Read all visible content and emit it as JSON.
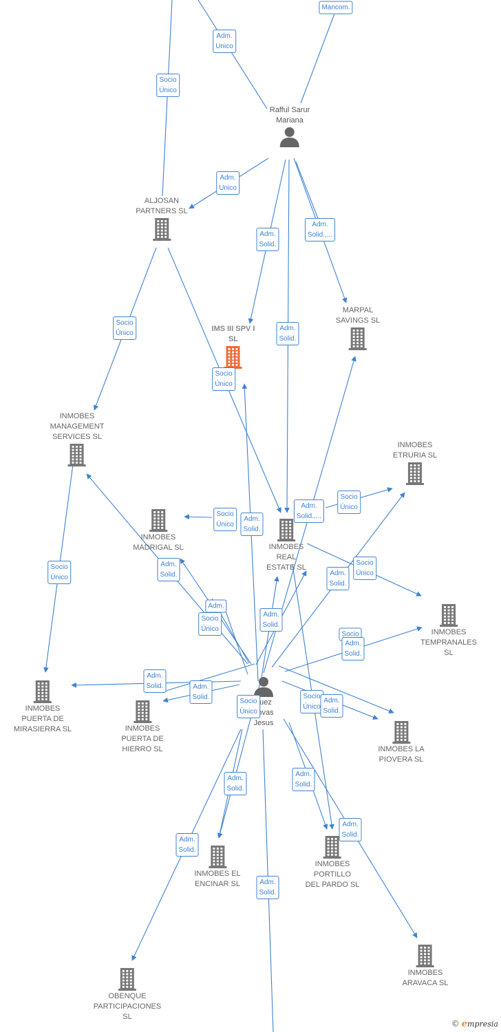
{
  "colors": {
    "edge": "#3e82d4",
    "building": "#777777",
    "main_building": "#f06a35",
    "person": "#666666"
  },
  "nodes": {
    "rafful": {
      "label": "Rafful Sarur\nMariana",
      "icon": "person-icon"
    },
    "aljosan": {
      "label": "ALJOSAN\nPARTNERS SL",
      "icon": "building-icon"
    },
    "ims": {
      "label": "IMS III SPV I\nSL",
      "icon": "building-icon"
    },
    "marpal": {
      "label": "MARPAL\nSAVINGS SL",
      "icon": "building-icon"
    },
    "management": {
      "label": "INMOBES\nMANAGEMENT\nSERVICES SL",
      "icon": "building-icon"
    },
    "etruria": {
      "label": "INMOBES\nETRURIA SL",
      "icon": "building-icon"
    },
    "madrigal": {
      "label": "INMOBES\nMADRIGAL SL",
      "icon": "building-icon"
    },
    "real": {
      "label": "INMOBES\nREAL\nESTATE SL",
      "icon": "building-icon"
    },
    "tempranales": {
      "label": "INMOBES\nTEMPRANALES\nSL",
      "icon": "building-icon"
    },
    "mirasierra": {
      "label": "INMOBES\nPUERTA DE\nMIRASIERRA SL",
      "icon": "building-icon"
    },
    "hierro": {
      "label": "INMOBES\nPUERTA DE\nHIERRO SL",
      "icon": "building-icon"
    },
    "jesus": {
      "label": "guez\nnovas\nJesus",
      "icon": "person-icon"
    },
    "piovera": {
      "label": "INMOBES LA\nPIOVERA SL",
      "icon": "building-icon"
    },
    "encinar": {
      "label": "INMOBES EL\nENCINAR SL",
      "icon": "building-icon"
    },
    "portillo": {
      "label": "INMOBES\nPORTILLO\nDEL PARDO SL",
      "icon": "building-icon"
    },
    "aravaca": {
      "label": "INMOBES\nARAVACA SL",
      "icon": "building-icon"
    },
    "obenque": {
      "label": "OBENQUE\nPARTICIPACIONES\nSL",
      "icon": "building-icon"
    }
  },
  "badges": [
    "Mancom.",
    "Adm.\nUnico",
    "Socio\nÚnico",
    "Adm.\nUnico",
    "Adm.\nSolid.",
    "Adm.\nSolid.,...",
    "Socio\nÚnico",
    "Adm.\nSolid.",
    "Socio\nÚnico",
    "Socio\nÚnico",
    "Adm.\nSolid.",
    "Adm.\nSolid.,...",
    "Socio\nÚnico",
    "Adm.\nSolid.",
    "Adm.\nSolid.",
    "Socio\nÚnico",
    "Adm.",
    "Socio\nÚnico",
    "Adm.\nSolid.",
    "Socio",
    "Adm.\nSolid.",
    "Adm.\nSolid.",
    "Adm.\nSolid.",
    "Socio\nÚnico",
    "Socio\nÚnico",
    "Adm.\nSolid.",
    "Adm.\nSolid.",
    "Adm.\nSolid.",
    "Adm.\nSolid.",
    "Adm.\nSolid.",
    "Adm.\nSolid.",
    "Socio\nÚnico"
  ],
  "footer": {
    "copyright": "©",
    "brand_initial": "e",
    "brand_rest": "mpresia"
  }
}
